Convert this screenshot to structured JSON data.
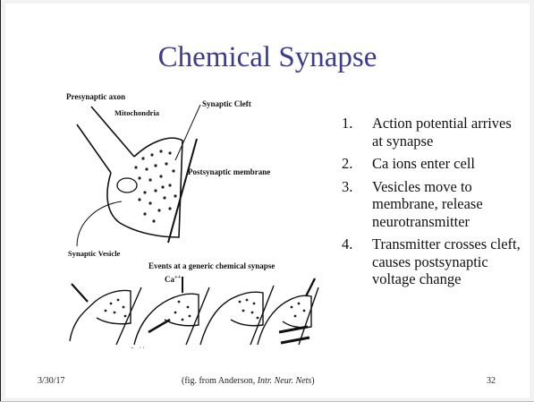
{
  "slide": {
    "title": "Chemical Synapse",
    "steps": [
      {
        "number": "1.",
        "text": "Action potential arrives at synapse"
      },
      {
        "number": "2.",
        "text": "Ca ions enter cell"
      },
      {
        "number": "3.",
        "text": "Vesicles move to membrane, release neurotransmitter"
      },
      {
        "number": "4.",
        "text": "Transmitter crosses cleft, causes postsynaptic voltage change"
      }
    ],
    "footer": {
      "date": "3/30/17",
      "credit_prefix": "(fig. from Anderson, ",
      "credit_italic": "Intr. Neur. Nets",
      "credit_suffix": ")",
      "page_number": "32"
    }
  },
  "figure": {
    "labels": {
      "presynaptic_axon": "Presynaptic axon",
      "synaptic_cleft": "Synaptic Cleft",
      "mitochondria": "Mitochondria",
      "postsynaptic_membrane": "Postsynaptic membrane",
      "synaptic_vesicle": "Synaptic Vesicle",
      "events_caption": "Events at a generic chemical synapse",
      "calcium_top": "Ca",
      "calcium_bottom": "Ca",
      "charge": "++"
    }
  }
}
